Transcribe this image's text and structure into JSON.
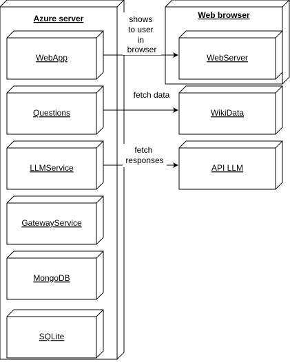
{
  "containers": {
    "azure": {
      "title": "Azure server"
    },
    "browser": {
      "title": "Web browser"
    }
  },
  "nodes": {
    "webapp": "WebApp",
    "questions": "Questions",
    "llmservice": "LLMService",
    "gateway": "GatewayService",
    "mongodb": "MongoDB",
    "sqlite": "SQLite",
    "webserver": "WebServer",
    "wikidata": "WikiData",
    "apillm": "API LLM"
  },
  "edges": {
    "webapp_to_webserver": [
      "shows",
      "to user",
      "in",
      "browser"
    ],
    "questions_to_wikidata": [
      "fetch data"
    ],
    "llm_to_apillm": [
      "fetch",
      "responses"
    ]
  },
  "colors": {
    "stroke": "#000000",
    "fill": "#ffffff"
  }
}
